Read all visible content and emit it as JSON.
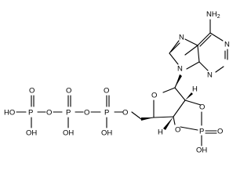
{
  "molecule": {
    "atoms": {
      "amine": "NH",
      "amine_subscript": "2",
      "n_imidazole": "N",
      "n_glycosidic": "N",
      "n_pyrimidine_top": "N",
      "n_pyrimidine_bottom": "N",
      "o_furanose": "O",
      "o_cyclic_left": "O",
      "o_cyclic_right": "O",
      "p_cyclic": "P",
      "o_cyclic_double": "O",
      "oh_cyclic": "OH",
      "h_c2": "H",
      "h_c4": "H",
      "o_5prime": "O",
      "p_alpha": "P",
      "o_alpha_double": "O",
      "oh_alpha": "OH",
      "o_bridge_ab": "O",
      "p_beta": "P",
      "o_beta_double": "O",
      "oh_beta": "OH",
      "o_bridge_bg": "O",
      "p_gamma": "P",
      "o_gamma_double": "O",
      "oh_gamma_bottom": "OH",
      "ho_gamma_left": "HO"
    }
  }
}
